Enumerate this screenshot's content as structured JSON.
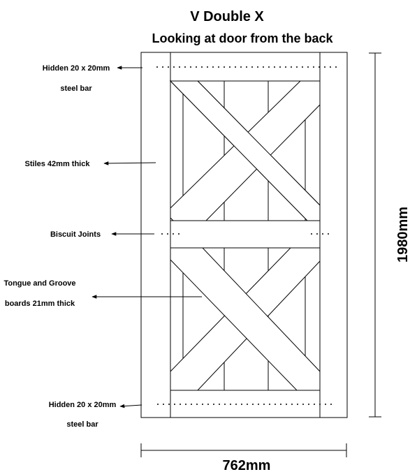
{
  "title": "V Double X",
  "subtitle": "Looking at door from the back",
  "labels": {
    "hidden_bar_top_line1": "Hidden 20 x 20mm",
    "hidden_bar_top_line2": "steel bar",
    "stiles": "Stiles 42mm thick",
    "biscuit": "Biscuit Joints",
    "tongue_line1": "Tongue and Groove",
    "tongue_line2": "boards 21mm thick",
    "hidden_bar_bottom_line1": "Hidden 20 x 20mm",
    "hidden_bar_bottom_line2": "steel bar"
  },
  "dimensions": {
    "height": "1980mm",
    "width": "762mm"
  }
}
